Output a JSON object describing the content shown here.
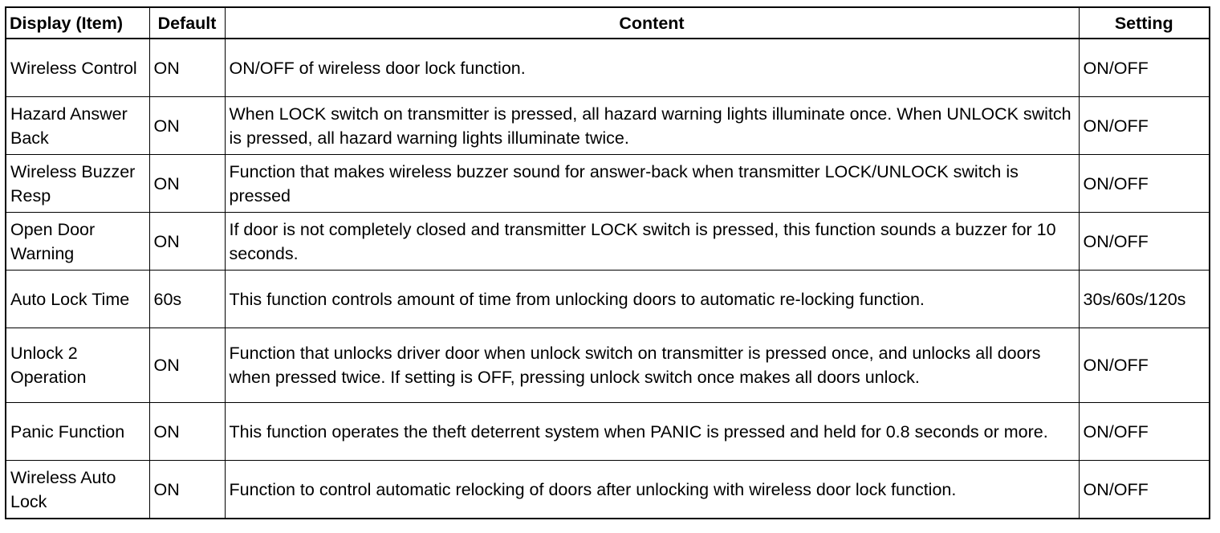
{
  "table": {
    "headers": {
      "item": "Display (Item)",
      "default": "Default",
      "content": "Content",
      "setting": "Setting"
    },
    "rows": [
      {
        "item": "Wireless Control",
        "default": "ON",
        "content": "ON/OFF of wireless door lock function.",
        "setting": "ON/OFF"
      },
      {
        "item": "Hazard Answer Back",
        "default": "ON",
        "content": "When LOCK switch on transmitter is pressed, all hazard warning lights illuminate once. When UNLOCK switch is pressed, all hazard warning lights illuminate twice.",
        "setting": "ON/OFF"
      },
      {
        "item": "Wireless Buzzer Resp",
        "default": "ON",
        "content": "Function that makes wireless buzzer sound for answer-back when transmitter LOCK/UNLOCK switch is pressed",
        "setting": "ON/OFF"
      },
      {
        "item": "Open Door Warning",
        "default": "ON",
        "content": "If door is not completely closed and transmitter LOCK switch is pressed, this function sounds a buzzer for 10 seconds.",
        "setting": "ON/OFF"
      },
      {
        "item": "Auto Lock Time",
        "default": "60s",
        "content": "This function controls amount of time from unlocking doors to automatic re-locking function.",
        "setting": "30s/60s/120s"
      },
      {
        "item": "Unlock 2 Operation",
        "default": "ON",
        "content": "Function that unlocks driver door when unlock switch on transmitter is pressed once, and unlocks all doors when pressed twice. If setting is OFF, pressing unlock switch once makes all doors unlock.",
        "setting": "ON/OFF"
      },
      {
        "item": "Panic Function",
        "default": "ON",
        "content": "This function operates the theft deterrent system when PANIC is pressed and held for 0.8 seconds or more.",
        "setting": "ON/OFF"
      },
      {
        "item": "Wireless Auto Lock",
        "default": "ON",
        "content": "Function to control automatic relocking of doors after unlocking with wireless door lock function.",
        "setting": "ON/OFF"
      }
    ]
  }
}
